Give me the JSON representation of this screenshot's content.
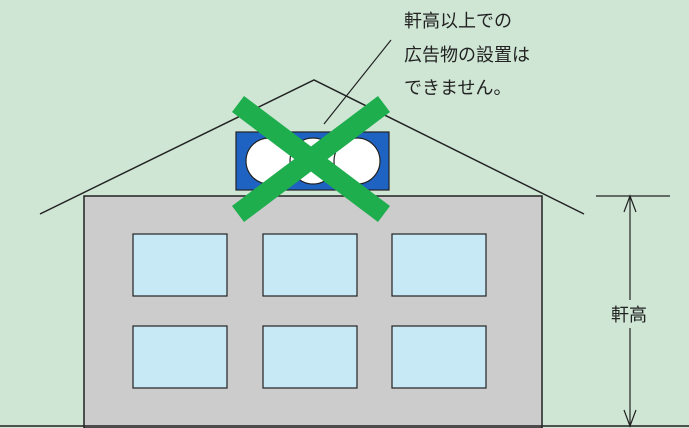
{
  "note": {
    "lines": [
      "軒高以上での",
      "広告物の設置は",
      "できません。"
    ]
  },
  "dimension": {
    "label": "軒高"
  },
  "colors": {
    "background": "#cfe6d4",
    "wall": "#cccccc",
    "window": "#c7e8f5",
    "sign": "#1f63c2",
    "cross": "#1fae4e",
    "line": "#222222"
  }
}
